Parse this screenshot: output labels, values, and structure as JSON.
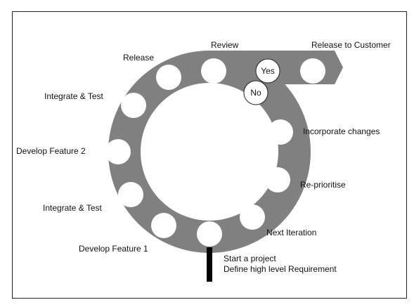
{
  "diagram": {
    "colors": {
      "ring": "#808080",
      "node": "#ffffff",
      "border": "#222222",
      "start_bar": "#000000"
    },
    "labels": {
      "review": "Review",
      "release_to_customer": "Release to Customer",
      "release": "Release",
      "integrate_test_top": "Integrate & Test",
      "develop_feature_2": "Develop Feature 2",
      "integrate_test_bottom": "Integrate & Test",
      "develop_feature_1": "Develop Feature 1",
      "next_iteration": "Next Iteration",
      "reprioritise": "Re-prioritise",
      "incorporate_changes": "Incorporate changes",
      "start_line1": "Start a project",
      "start_line2": "Define high level Requirement",
      "yes": "Yes",
      "no": "No"
    }
  }
}
